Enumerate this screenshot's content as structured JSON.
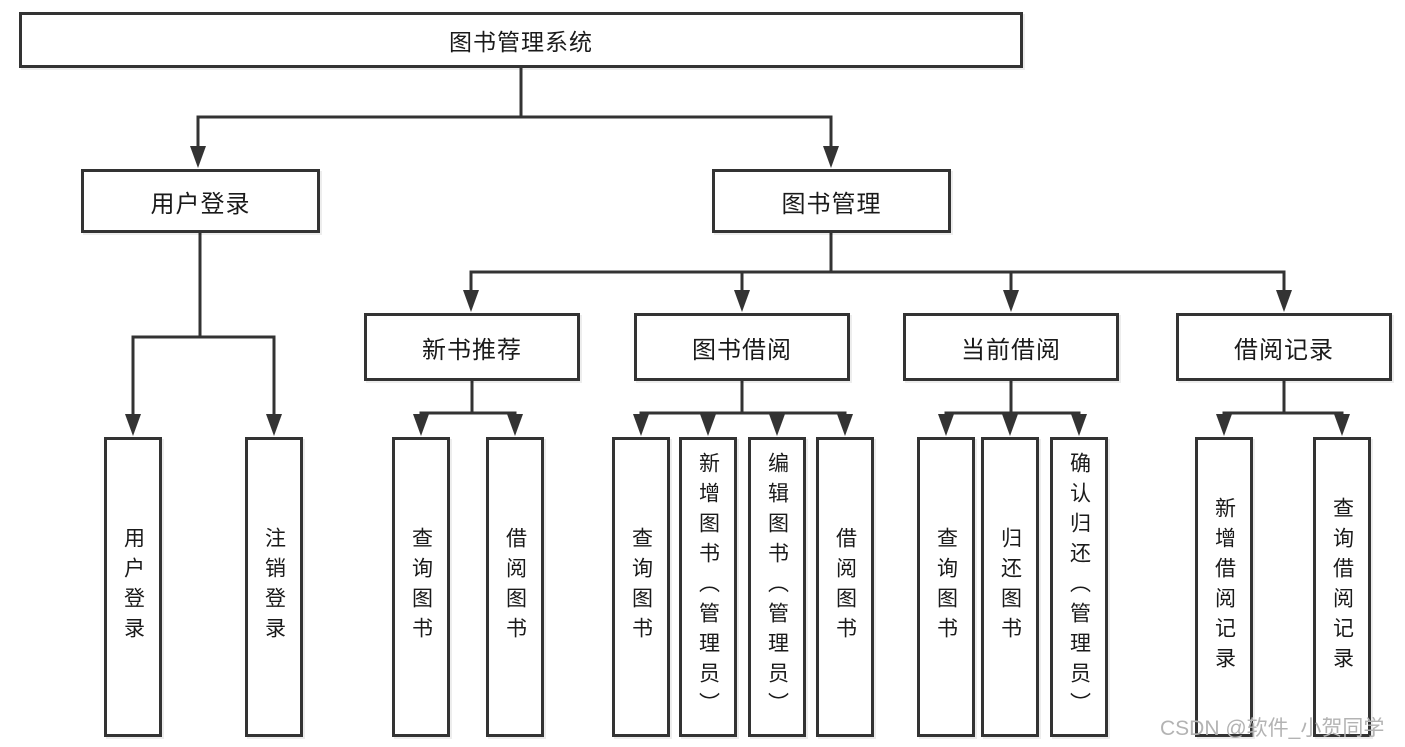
{
  "tree": {
    "root": "图书管理系统",
    "branches": [
      {
        "label": "用户登录",
        "children": [
          "用户登录",
          "注销登录"
        ]
      },
      {
        "label": "图书管理",
        "groups": [
          {
            "label": "新书推荐",
            "children": [
              "查询图书",
              "借阅图书"
            ]
          },
          {
            "label": "图书借阅",
            "children": [
              "查询图书",
              "新增图书（管理员）",
              "编辑图书（管理员）",
              "借阅图书"
            ]
          },
          {
            "label": "当前借阅",
            "children": [
              "查询图书",
              "归还图书",
              "确认归还（管理员）"
            ]
          },
          {
            "label": "借阅记录",
            "children": [
              "新增借阅记录",
              "查询借阅记录"
            ]
          }
        ]
      }
    ]
  },
  "watermark": "CSDN @软件_小贺同学",
  "colors": {
    "line": "#333333",
    "text": "#1a1a1a",
    "watermark": "#b3b3b3",
    "background": "#ffffff"
  }
}
